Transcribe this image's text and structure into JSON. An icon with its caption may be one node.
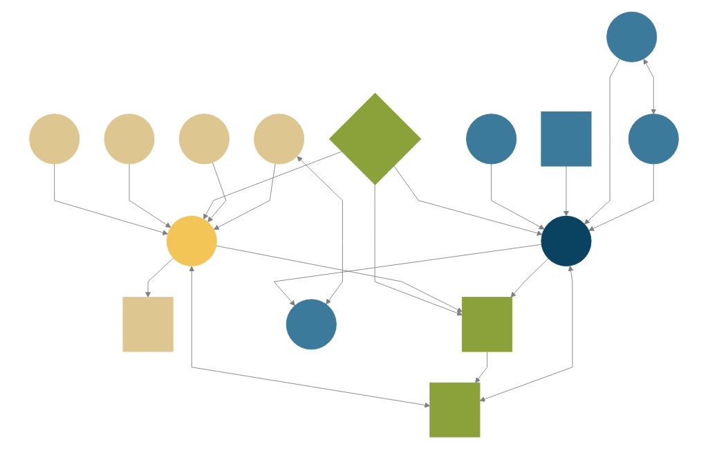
{
  "diagram": {
    "nodes": [
      {
        "text": [],
        "shape": "circle"
      },
      {
        "text": [],
        "shape": "diamond"
      },
      {
        "text": [],
        "shape": "circle"
      },
      {
        "text": [],
        "shape": "circle"
      },
      {
        "text": [],
        "shape": "box"
      },
      {
        "text": [],
        "shape": "box"
      },
      {
        "text": [],
        "shape": "circle"
      },
      {
        "text": [],
        "shape": "box"
      },
      {
        "text": [],
        "shape": "circle"
      },
      {
        "text": [],
        "shape": "circle"
      },
      {
        "text": [],
        "shape": "circle"
      },
      {
        "text": [],
        "shape": "box"
      },
      {
        "text": [],
        "shape": "circle"
      },
      {
        "text": [],
        "shape": "circle"
      },
      {
        "text": [],
        "shape": "circle"
      }
    ],
    "edges": [
      {
        "from": 0,
        "to": 6,
        "arrow": "to"
      },
      {
        "from": 3,
        "to": 6,
        "arrow": "to"
      },
      {
        "from": 1,
        "to": 6,
        "arrow": "to"
      },
      {
        "from": 1,
        "to": 7,
        "arrow": "to"
      },
      {
        "from": 1,
        "to": 8,
        "arrow": "to"
      },
      {
        "from": 2,
        "to": 8,
        "arrow": "to"
      },
      {
        "from": 4,
        "to": 8,
        "arrow": "to"
      },
      {
        "from": 6,
        "to": 5,
        "arrow": "to"
      },
      {
        "from": 6,
        "to": 7,
        "arrow": "to"
      },
      {
        "from": 8,
        "to": 7,
        "arrow": "to"
      },
      {
        "from": 9,
        "to": 8,
        "arrow": "to"
      },
      {
        "from": 10,
        "to": 6,
        "arrow": "to"
      },
      {
        "from": 13,
        "to": 6,
        "arrow": "to"
      },
      {
        "from": 6,
        "to": 11,
        "arrow": "both"
      },
      {
        "from": 7,
        "to": 11,
        "arrow": "to"
      },
      {
        "from": 8,
        "to": 11,
        "arrow": "both"
      },
      {
        "from": 8,
        "to": 14,
        "arrow": "to"
      },
      {
        "from": 12,
        "to": 8,
        "arrow": "to"
      },
      {
        "from": 9,
        "to": 12,
        "arrow": "both"
      },
      {
        "from": 13,
        "to": 14,
        "arrow": "both"
      }
    ]
  }
}
